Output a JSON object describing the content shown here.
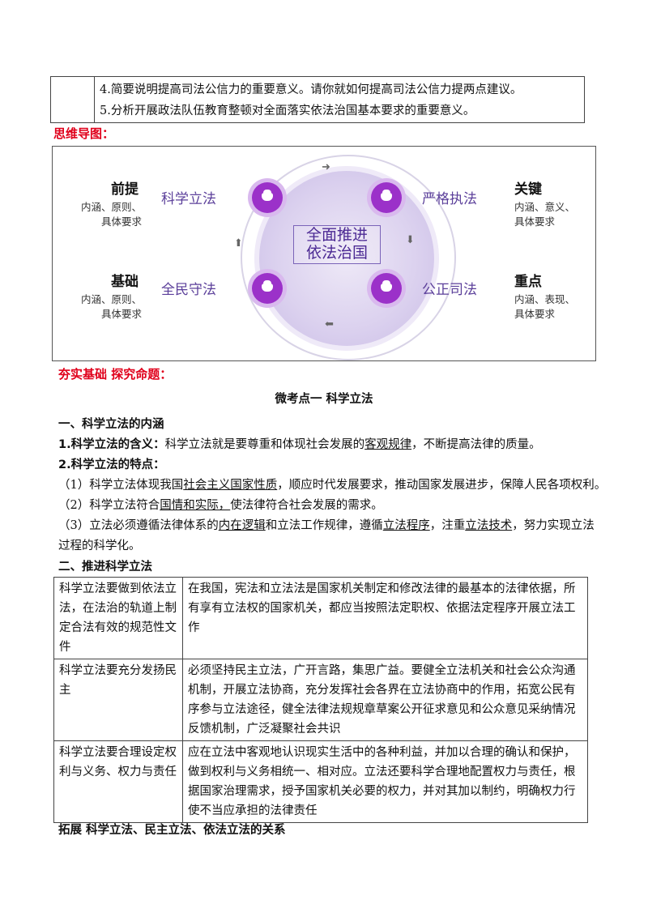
{
  "task_table": {
    "line4": "4.简要说明提高司法公信力的重要意义。请你就如何提高司法公信力提两点建议。",
    "line5": "5.分析开展政法队伍教育整顿对全面落实依法治国基本要求的重要意义。"
  },
  "mindmap_heading": "思维导图：",
  "mindmap": {
    "center": [
      "全面推进",
      "依法治国"
    ],
    "nodes": [
      {
        "label": "科学立法",
        "title": "前提",
        "desc": [
          "内涵、原则、",
          "具体要求"
        ]
      },
      {
        "label": "严格执法",
        "title": "关键",
        "desc": [
          "内涵、意义、",
          "具体要求"
        ]
      },
      {
        "label": "全民守法",
        "title": "基础",
        "desc": [
          "内涵、原则、",
          "具体要求"
        ]
      },
      {
        "label": "公正司法",
        "title": "重点",
        "desc": [
          "内涵、表现、",
          "具体要求"
        ]
      }
    ]
  },
  "section_heading": "夯实基础 探究命题：",
  "micro_title": "微考点一 科学立法",
  "part1": {
    "heading": "一、科学立法的内涵",
    "def_label": "1.科学立法的含义：",
    "def_text_a": "科学立法就是要尊重和体现社会发展的",
    "def_text_u": "客观规律",
    "def_text_b": "，不断提高法律的质量。",
    "feat_label": "2.科学立法的特点：",
    "f1_a": "（1）科学立法体现我国",
    "f1_u": "社会主义国家性质",
    "f1_b": "，顺应时代发展要求，推动国家发展进步，保障人民各项权利。",
    "f2_a": "（2）科学立法符合",
    "f2_u": "国情和实际，",
    "f2_b": "使法律符合社会发展的需求。",
    "f3_a": "（3）立法必须遵循法律体系的",
    "f3_u1": "内在逻辑",
    "f3_b": "和立法工作规律，遵循",
    "f3_u2": "立法程序",
    "f3_c": "，注重",
    "f3_u3": "立法技术",
    "f3_d": "，努力实现立法",
    "f3_e": "过程的科学化。"
  },
  "part2": {
    "heading": "二、推进科学立法",
    "rows": [
      {
        "left": "科学立法要做到依法立法，在法治的轨道上制定合法有效的规范性文件",
        "right": "在我国，宪法和立法法是国家机关制定和修改法律的最基本的法律依据，所有享有立法权的国家机关，都应当按照法定职权、依据法定程序开展立法工作"
      },
      {
        "left": "科学立法要充分发扬民主",
        "right": "必须坚持民主立法，广开言路，集思广益。要健全立法机关和社会公众沟通机制，开展立法协商，充分发挥社会各界在立法协商中的作用，拓宽公民有序参与立法途径，健全法律法规规章草案公开征求意见和公众意见采纳情况反馈机制，广泛凝聚社会共识"
      },
      {
        "left": "科学立法要合理设定权利与义务、权力与责任",
        "right": "应在立法中客观地认识现实生活中的各种利益，并加以合理的确认和保护，做到权利与义务相统一、相对应。立法还要科学合理地配置权力与责任，根据国家治理需求，授予国家机关必要的权力，并对其加以制约，明确权力行使不当应承担的法律责任"
      }
    ]
  },
  "extension": "拓展 科学立法、民主立法、依法立法的关系"
}
